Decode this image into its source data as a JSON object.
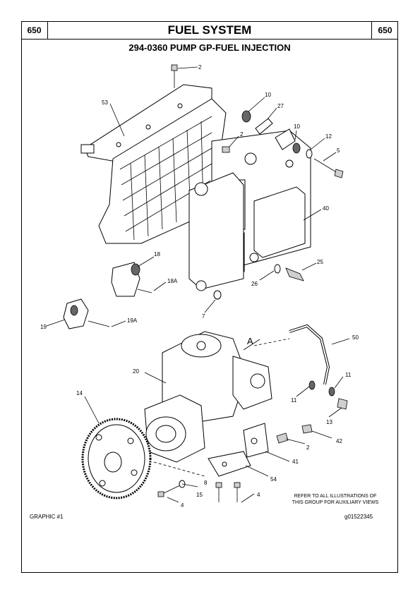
{
  "header": {
    "page_number_left": "650",
    "title": "FUEL SYSTEM",
    "page_number_right": "650"
  },
  "subtitle": "294-0360 PUMP GP-FUEL INJECTION",
  "callouts": {
    "c2a": "2",
    "c53": "53",
    "c10a": "10",
    "c27": "27",
    "c2b": "2",
    "c10b": "10",
    "c12": "12",
    "c5": "5",
    "c40": "40",
    "c18": "18",
    "c18A": "18A",
    "c25": "25",
    "c26": "26",
    "c7": "7",
    "c19": "19",
    "c19A": "19A",
    "cA": "A",
    "c50": "50",
    "c20": "20",
    "c14": "14",
    "c11a": "11",
    "c11b": "11",
    "c13": "13",
    "c42": "42",
    "c2c": "2",
    "c41": "41",
    "c54": "54",
    "c8": "8",
    "c15": "15",
    "c4a": "4",
    "c4b": "4"
  },
  "note_line1": "REFER TO ALL ILLUSTRATIONS OF",
  "note_line2": "THIS GROUP FOR AUXILIARY VIEWS",
  "graphic_label": "GRAPHIC #1",
  "graphic_id": "g01522345"
}
